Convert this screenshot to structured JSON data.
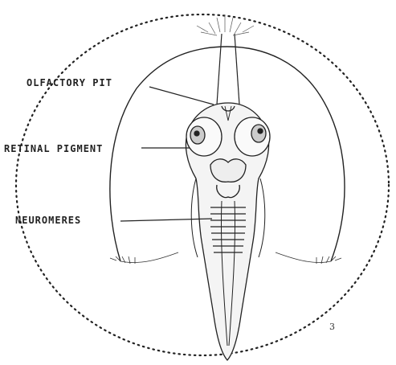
{
  "labels": {
    "olfactory_pit": "OLFACTORY PIT",
    "retinal_pigment": "RETINAL PIGMENT",
    "neuromeres": "NEUROMERES"
  },
  "figure_number": "3",
  "colors": {
    "ink": "#222222",
    "paper": "#ffffff",
    "tissue": "#f4f4f4"
  }
}
